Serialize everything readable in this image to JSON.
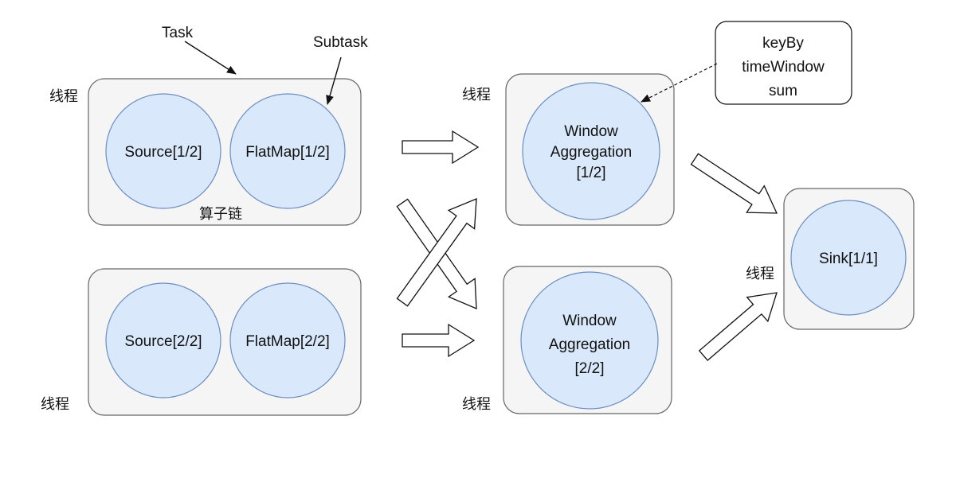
{
  "colors": {
    "group_fill": "#f5f5f5",
    "group_stroke": "#666666",
    "node_fill": "#dae8fc",
    "node_stroke": "#6c8ebf",
    "arrow_stroke": "#111111",
    "text": "#111111"
  },
  "annotations": {
    "task": "Task",
    "subtask": "Subtask",
    "operator_chain": "算子链",
    "note_lines": [
      "keyBy",
      "timeWindow",
      "sum"
    ]
  },
  "thread_label": "线程",
  "nodes": {
    "source_1": "Source[1/2]",
    "flatmap_1": "FlatMap[1/2]",
    "source_2": "Source[2/2]",
    "flatmap_2": "FlatMap[2/2]",
    "window_1": [
      "Window",
      "Aggregation",
      "[1/2]"
    ],
    "window_2": [
      "Window",
      "Aggregation",
      "[2/2]"
    ],
    "sink": "Sink[1/1]"
  }
}
